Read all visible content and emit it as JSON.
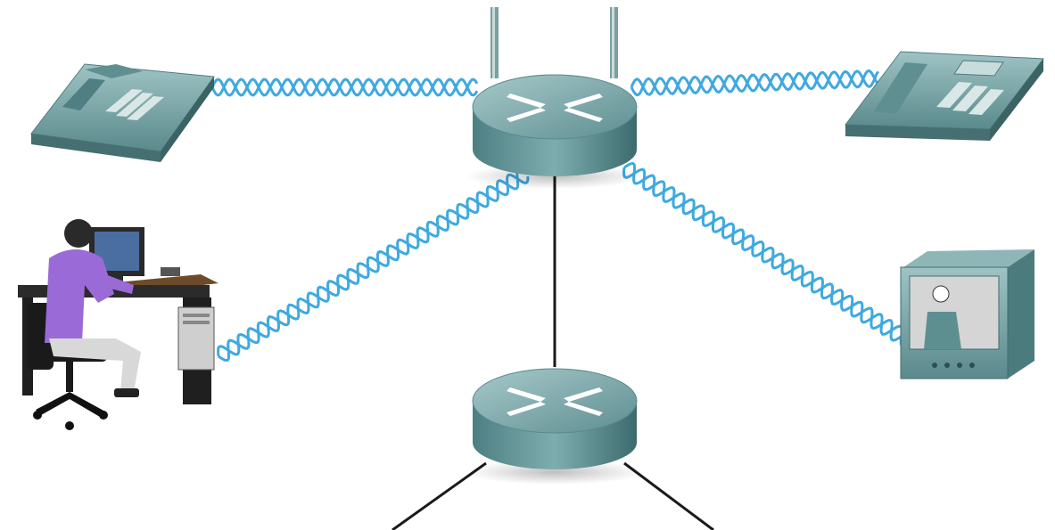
{
  "diagram": {
    "nodes": [
      {
        "id": "wireless-router",
        "kind": "router",
        "antennas": 2
      },
      {
        "id": "router",
        "kind": "router",
        "antennas": 0
      },
      {
        "id": "ip-phone-left",
        "kind": "ip-phone"
      },
      {
        "id": "ip-phone-right",
        "kind": "ip-phone"
      },
      {
        "id": "workstation-user",
        "kind": "workstation"
      },
      {
        "id": "video-monitor",
        "kind": "video-camera-monitor"
      }
    ],
    "links": [
      {
        "from": "wireless-router",
        "to": "ip-phone-left",
        "style": "wireless"
      },
      {
        "from": "wireless-router",
        "to": "ip-phone-right",
        "style": "wireless"
      },
      {
        "from": "wireless-router",
        "to": "workstation-user",
        "style": "wireless"
      },
      {
        "from": "wireless-router",
        "to": "video-monitor",
        "style": "wireless"
      },
      {
        "from": "wireless-router",
        "to": "router",
        "style": "wired"
      },
      {
        "from": "router",
        "to": "offscreen-left",
        "style": "wired"
      },
      {
        "from": "router",
        "to": "offscreen-right",
        "style": "wired"
      }
    ]
  },
  "colors": {
    "device_teal": "#6f9d9f",
    "device_dark": "#3f6d70",
    "wireless_wave": "#3fa9e0",
    "wire": "#1a1a1a"
  }
}
